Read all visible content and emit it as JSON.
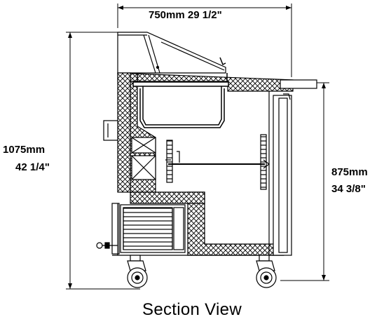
{
  "diagram": {
    "caption": "Section View",
    "dimensions": {
      "width_label": "750mm  29 1/2\"",
      "height_total_mm": "1075mm",
      "height_total_in": "42 1/4\"",
      "height_counter_mm": "875mm",
      "height_counter_in": "34 3/8\""
    },
    "colors": {
      "line": "#000000",
      "background": "#ffffff",
      "insulation": "#000000"
    }
  }
}
